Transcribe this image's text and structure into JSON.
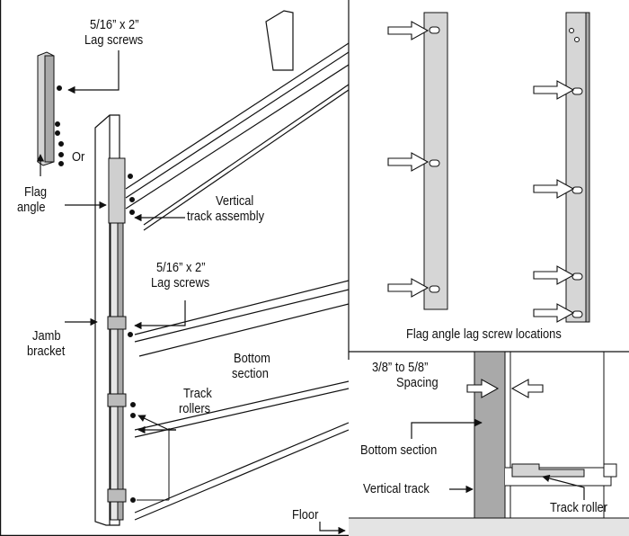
{
  "left_view": {
    "lag_screws_top": [
      "5/16” x 2”",
      "Lag screws"
    ],
    "or_label": "Or",
    "flag_angle": [
      "Flag",
      "angle"
    ],
    "vertical_track_assembly": [
      "Vertical",
      "track assembly"
    ],
    "lag_screws_mid": [
      "5/16” x 2”",
      "Lag screws"
    ],
    "jamb_bracket": [
      "Jamb",
      "bracket"
    ],
    "bottom_section": [
      "Bottom",
      "section"
    ],
    "track_rollers": [
      "Track",
      "rollers"
    ]
  },
  "top_right_view": {
    "caption": "Flag angle lag screw locations"
  },
  "bottom_right_view": {
    "spacing": [
      "3/8” to 5/8”",
      "Spacing"
    ],
    "bottom_section": "Bottom section",
    "vertical_track": "Vertical track",
    "track_roller": "Track roller",
    "floor": "Floor"
  },
  "colors": {
    "line": "#111111",
    "track_fill": "#d4d4d4",
    "track_dark": "#a9a9a9",
    "floor_fill": "#e4e4e4"
  }
}
